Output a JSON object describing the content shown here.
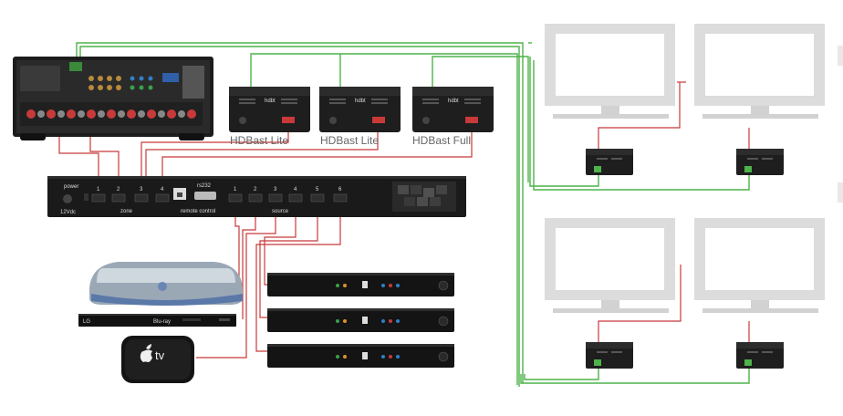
{
  "extenders": [
    {
      "label": "HDBast Lite"
    },
    {
      "label": "HDBast Lite"
    },
    {
      "label": "HDBast Full"
    }
  ],
  "matrix": {
    "power_label": "power",
    "dc_label": "12Vdc",
    "zone_label": "zone",
    "remote_label": "remote control",
    "rs232_label": "rs232",
    "source_label": "source",
    "zone_ports": [
      "1",
      "2",
      "3",
      "4"
    ],
    "source_ports": [
      "1",
      "2",
      "3",
      "4",
      "5",
      "6"
    ]
  },
  "devices": {
    "appletv_text": "tv",
    "bluray_brand": "LG",
    "bluray_logo": "Blu-ray"
  },
  "colors": {
    "hdmi_cable": "#c8393a",
    "cat_cable": "#4db34a",
    "monitor_frame": "#dcdcdc",
    "equipment": "#1e1e1e"
  }
}
